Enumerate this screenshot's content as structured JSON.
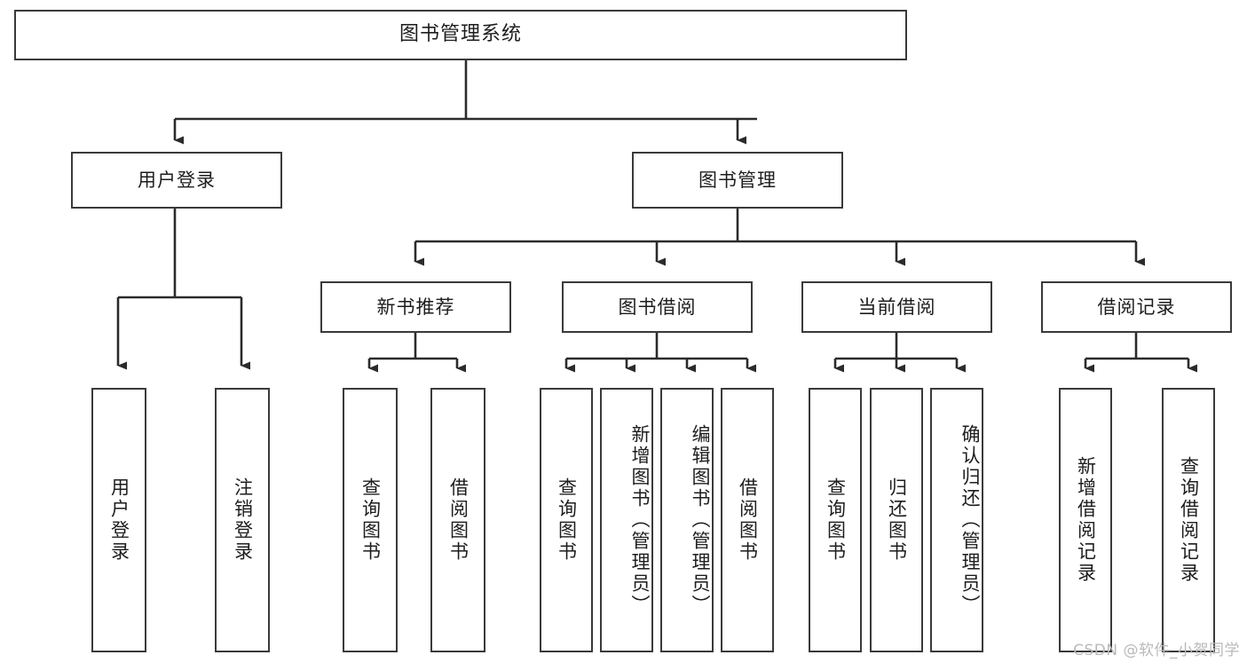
{
  "diagram": {
    "type": "tree",
    "title": "图书管理系统",
    "orientation": "top-down",
    "style": {
      "box_fill": "#ffffff",
      "box_border": "#3a3a3a",
      "text_color": "#1d1d1d",
      "connector_color": "#2b2b2b",
      "background": "#ffffff"
    },
    "root": {
      "label": "图书管理系统"
    },
    "level1": [
      {
        "label": "用户登录"
      },
      {
        "label": "图书管理"
      }
    ],
    "level2": [
      {
        "label": "新书推荐"
      },
      {
        "label": "图书借阅"
      },
      {
        "label": "当前借阅"
      },
      {
        "label": "借阅记录"
      }
    ],
    "leaves": {
      "user_login": [
        {
          "label": "用户登录"
        },
        {
          "label": "注销登录"
        }
      ],
      "new_book_recommend": [
        {
          "label": "查询图书"
        },
        {
          "label": "借阅图书"
        }
      ],
      "book_borrow": [
        {
          "label": "查询图书"
        },
        {
          "label": "新增图书（管理员）"
        },
        {
          "label": "编辑图书（管理员）"
        },
        {
          "label": "借阅图书"
        }
      ],
      "current_borrow": [
        {
          "label": "查询图书"
        },
        {
          "label": "归还图书"
        },
        {
          "label": "确认归还（管理员）"
        }
      ],
      "borrow_records": [
        {
          "label": "新增借阅记录"
        },
        {
          "label": "查询借阅记录"
        }
      ]
    }
  },
  "watermark": {
    "text": "CSDN @软件_小贺同学"
  }
}
